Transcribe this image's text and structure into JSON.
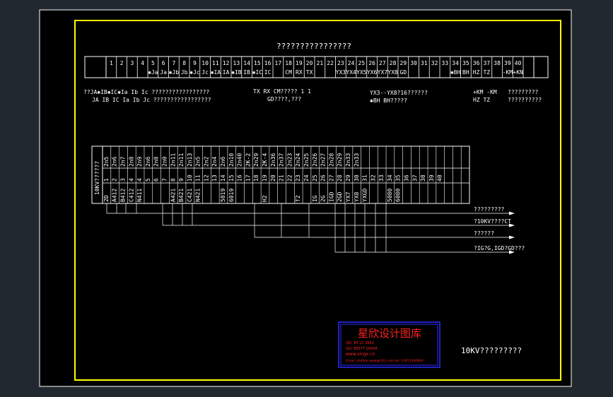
{
  "header": {
    "title": "????????????????"
  },
  "terminal_top": {
    "numbers": [
      "1",
      "2",
      "3",
      "4",
      "5",
      "6",
      "7",
      "8",
      "9",
      "10",
      "11",
      "12",
      "13",
      "14",
      "15",
      "16",
      "17",
      "18",
      "19",
      "20",
      "21",
      "22",
      "23",
      "24",
      "25",
      "26",
      "27",
      "28",
      "29",
      "30",
      "31",
      "32",
      "33",
      "34",
      "35",
      "36",
      "37",
      "38",
      "39",
      "40"
    ],
    "labels": [
      "",
      "",
      "",
      "",
      "✱Ja",
      "Ja",
      "✱Jb",
      "Jb",
      "✱Jc",
      "Jc",
      "✱IA",
      "IA",
      "✱IB",
      "IB",
      "✱IC",
      "IC",
      "",
      "CM",
      "RX",
      "TX",
      "",
      "",
      "YX3",
      "YX4",
      "YX5",
      "YX6",
      "YX7",
      "YX8",
      "GD",
      "",
      "",
      "",
      "",
      "✱BH",
      "BH",
      "HZ",
      "TZ",
      "",
      "-KM",
      "+KN"
    ]
  },
  "notes": [
    {
      "line1": "??JA✱IB✱IC✱Ia  Ib  Ic  ?????????????????",
      "line2": "JA  IB  IC  Ia  Ib  Jc  ?????????????????"
    },
    {
      "line1": "TX  RX  CM?????  1  1",
      "line2": "GD????,???"
    },
    {
      "line1": "YX3--YX8?16??????",
      "line2": "✱BH  BH?????"
    },
    {
      "line1": "+KM  -KM",
      "line2": "HZ   TZ"
    },
    {
      "line1": "?????????",
      "line2": "??????????"
    }
  ],
  "wiring": {
    "side_label": "10KV??????",
    "top_labels": [
      "2n5",
      "2n6",
      "2n7",
      "2n8",
      "2n9",
      "2n6",
      "2n8",
      "2n0",
      "2n11",
      "2n11",
      "2n13",
      "2n5",
      "2n2",
      "2n4",
      "2n6",
      "2n10",
      "2n40",
      "2K-2",
      "2n29",
      "2K-4",
      "2n36",
      "2n37",
      "2n23",
      "2n24",
      "2n25",
      "2n26",
      "2n27",
      "2n28",
      "2n29",
      "2n33",
      "2n33"
    ],
    "mid_labels": [
      "1",
      "2",
      "3",
      "4",
      "4",
      "5",
      "6",
      "7",
      "8",
      "9",
      "10",
      "11",
      "12",
      "13",
      "14",
      "15",
      "16",
      "17",
      "18",
      "19",
      "20",
      "21",
      "22",
      "23",
      "24",
      "25",
      "26",
      "27",
      "28",
      "29",
      "30",
      "31",
      "32",
      "33",
      "34",
      "35",
      "36",
      "37",
      "38",
      "39",
      "40"
    ],
    "bottom_labels": [
      "2D",
      "A412",
      "B412",
      "C412",
      "N411",
      "",
      "",
      "",
      "A421",
      "B421",
      "C421",
      "N421",
      "",
      "",
      "5019",
      "6019",
      "",
      "",
      "",
      "H2",
      "",
      "",
      "",
      "T2",
      "",
      "IG",
      "2G",
      "IGD",
      "2GD",
      "YX7",
      "YX8",
      "YXGD",
      "",
      "",
      "5080",
      "6080",
      "",
      "",
      ""
    ]
  },
  "outputs": [
    "?????????",
    "?10KV????CT",
    "??????",
    "?IG?G,IGD?GD???"
  ],
  "stamp": {
    "title": "星欣设计图库",
    "qq1": "QQ: 85 12 3562",
    "qq2": "QQ: 89377 18408",
    "url": "www.xingx.cn",
    "email": "Email: shitikle.ewat@163.com  tel: 13611540906"
  },
  "footer": {
    "title": "10KV?????????"
  },
  "colors": {
    "background": "#000000",
    "frame": "#ffff00",
    "outer_border": "#ffffff",
    "stamp": "#ff0000",
    "stamp_border": "#2a2aff"
  }
}
